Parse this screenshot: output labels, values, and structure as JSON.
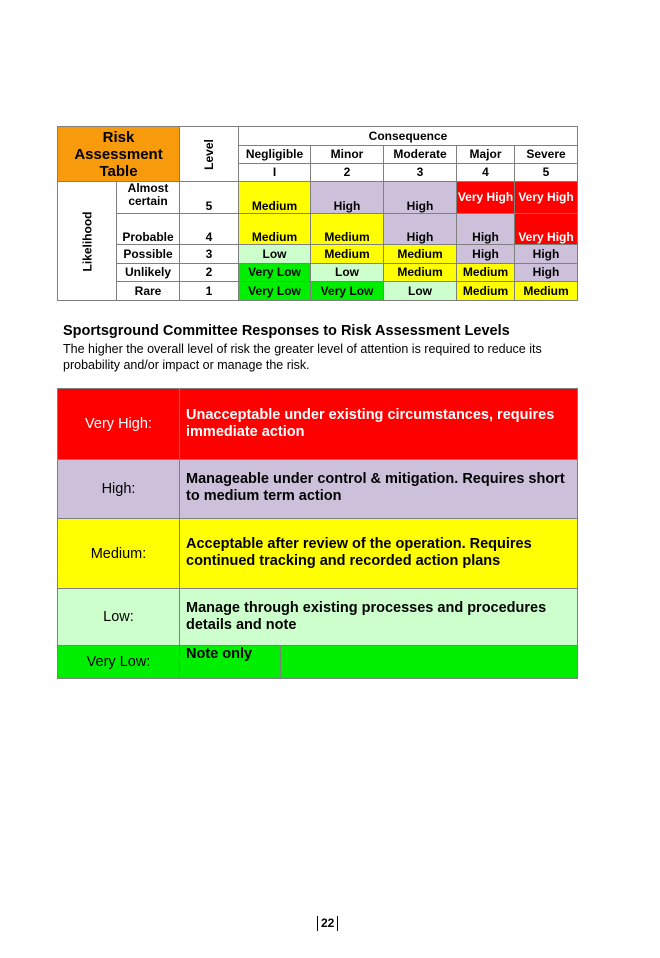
{
  "matrix": {
    "title": "Risk Assessment Table",
    "level_header": "Level",
    "consequence_header": "Consequence",
    "likelihood_header": "Likelihood",
    "consequences": [
      "Negligible",
      "Minor",
      "Moderate",
      "Major",
      "Severe"
    ],
    "consequence_levels": [
      "I",
      "2",
      "3",
      "4",
      "5"
    ],
    "rows": [
      {
        "likelihood": "Almost certain",
        "level": "5",
        "cells": [
          "Medium",
          "High",
          "High",
          "Very High",
          "Very High"
        ]
      },
      {
        "likelihood": "Probable",
        "level": "4",
        "cells": [
          "Medium",
          "Medium",
          "High",
          "High",
          "Very High"
        ]
      },
      {
        "likelihood": "Possible",
        "level": "3",
        "cells": [
          "Low",
          "Medium",
          "Medium",
          "High",
          "High"
        ]
      },
      {
        "likelihood": "Unlikely",
        "level": "2",
        "cells": [
          "Very Low",
          "Low",
          "Medium",
          "Medium",
          "High"
        ]
      },
      {
        "likelihood": "Rare",
        "level": "1",
        "cells": [
          "Very Low",
          "Very Low",
          "Low",
          "Medium",
          "Medium"
        ]
      }
    ]
  },
  "section": {
    "title": "Sportsground Committee Responses to Risk Assessment Levels",
    "description": "The higher the overall level of risk the greater level of attention is required to reduce its probability and/or impact or manage the risk."
  },
  "responses": [
    {
      "level": "Very High:",
      "text": "Unacceptable under existing circumstances, requires immediate action"
    },
    {
      "level": "High:",
      "text": "Manageable under control & mitigation.  Requires short to medium term action"
    },
    {
      "level": "Medium:",
      "text": "Acceptable after review of the operation.  Requires continued tracking and recorded action plans"
    },
    {
      "level": "Low:",
      "text": "Manage through existing processes and procedures details and note"
    },
    {
      "level": "Very Low:",
      "text": "Note only"
    }
  ],
  "colors": {
    "title_orange": "#f79a0c",
    "very_high": "#ff0000",
    "high": "#ccc0da",
    "medium": "#ffff00",
    "low": "#ccffcc",
    "very_low": "#00ee00"
  },
  "page_number": "22"
}
